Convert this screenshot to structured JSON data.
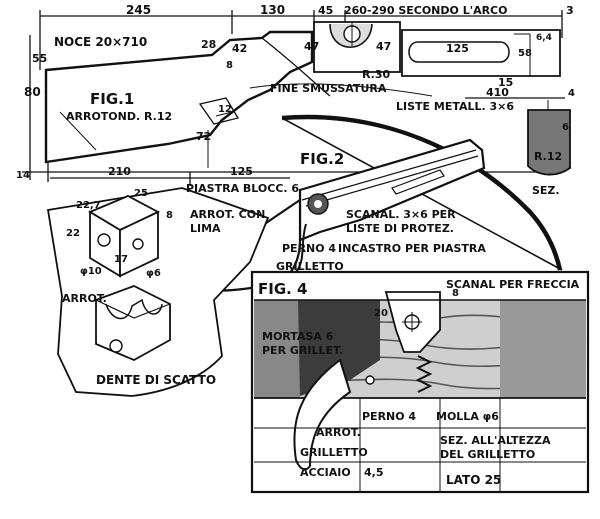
{
  "dims": {
    "d245": "245",
    "d130": "130",
    "d45": "45",
    "d260": "260-290 SECONDO L'ARCO",
    "d3": "3",
    "d55": "55",
    "d80": "80",
    "d28": "28",
    "d42": "42",
    "d8a": "8",
    "d47a": "47",
    "d47b": "47",
    "d125a": "125",
    "d58": "58",
    "d64": "6,4",
    "d15": "15",
    "d410": "410",
    "d12a": "12",
    "d72": "72",
    "d14": "14",
    "d210": "210",
    "d125b": "125",
    "d22a": "22,7",
    "d25a": "25",
    "d8b": "8",
    "d22b": "22",
    "d17": "17",
    "d10": "φ10",
    "d6": "φ6",
    "d4": "4",
    "d6b": "6",
    "d20": "20",
    "d8c": "8",
    "r30": "R.30",
    "r12a": "ARROTOND. R.12",
    "r12b": "R.12"
  },
  "labels": {
    "noce": "NOCE 20×710",
    "fine": "FINE SMUSSATURA",
    "liste": "LISTE METALL. 3×6",
    "piastra": "PIASTRA BLOCC. 6",
    "arrot_lima": "ARROT. CON",
    "lima": "LIMA",
    "scanal": "SCANAL. 3×6 PER",
    "liste_protez": "LISTE DI PROTEZ.",
    "perno4a": "PERNO 4",
    "incastro": "INCASTRO PER PIASTRA",
    "grilletto_a": "GRILLETTO",
    "sez": "SEZ.",
    "arrot": "ARROT.",
    "dente": "DENTE DI SCATTO",
    "scanal_freccia": "SCANAL PER FRECCIA",
    "mortasa": "MORTASA 6",
    "per_grillet": "PER GRILLET.",
    "perno4b": "PERNO 4",
    "molla": "MOLLA φ6",
    "arrot_b": "ARROT.",
    "grilletto_b": "GRILLETTO",
    "acciaio": "ACCIAIO",
    "d45b": "4,5",
    "sez_alt": "SEZ. ALL'ALTEZZA",
    "del_grill": "DEL GRILLETTO",
    "lato": "LATO 25"
  },
  "figures": {
    "fig1": "FIG.1",
    "fig2": "FIG.2",
    "fig4": "FIG. 4"
  }
}
